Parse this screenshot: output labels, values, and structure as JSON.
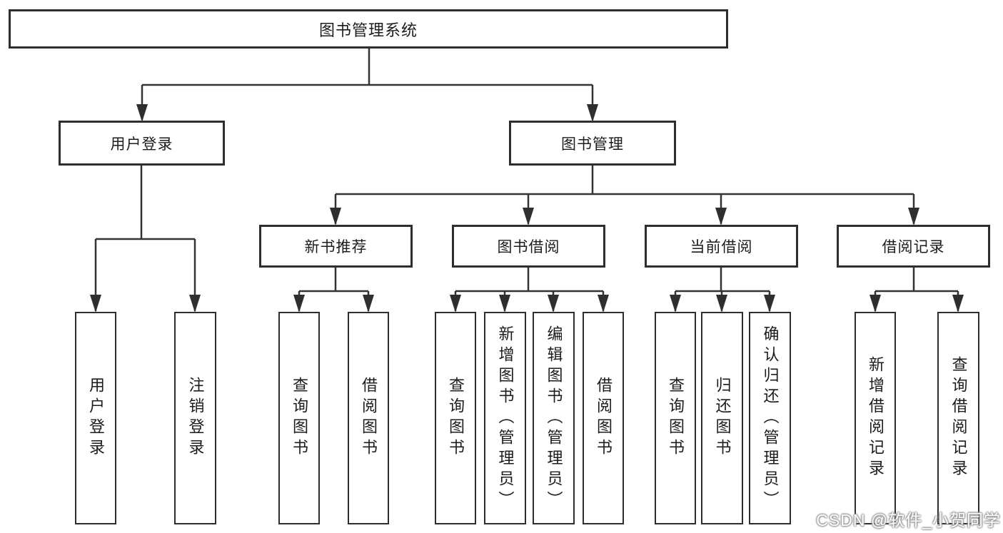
{
  "tree": {
    "root": {
      "label": "图书管理系统"
    },
    "branches": [
      {
        "label": "用户登录",
        "children": [
          {
            "label": "用户登录"
          },
          {
            "label": "注销登录"
          }
        ]
      },
      {
        "label": "图书管理",
        "children": [
          {
            "label": "新书推荐",
            "children": [
              {
                "label": "查询图书"
              },
              {
                "label": "借阅图书"
              }
            ]
          },
          {
            "label": "图书借阅",
            "children": [
              {
                "label": "查询图书"
              },
              {
                "label": "新增图书（管理员）"
              },
              {
                "label": "编辑图书（管理员）"
              },
              {
                "label": "借阅图书"
              }
            ]
          },
          {
            "label": "当前借阅",
            "children": [
              {
                "label": "查询图书"
              },
              {
                "label": "归还图书"
              },
              {
                "label": "确认归还（管理员）"
              }
            ]
          },
          {
            "label": "借阅记录",
            "children": [
              {
                "label": "新增借阅记录"
              },
              {
                "label": "查询借阅记录"
              }
            ]
          }
        ]
      }
    ]
  },
  "watermark": {
    "text": "CSDN @软件_小贺同学"
  },
  "colors": {
    "background": "#ffffff",
    "box_border": "#2e2e2e",
    "connector_line": "#333333",
    "text": "#1c1c1c",
    "watermark_fill": "#ffffff",
    "watermark_outline": "#949494"
  }
}
